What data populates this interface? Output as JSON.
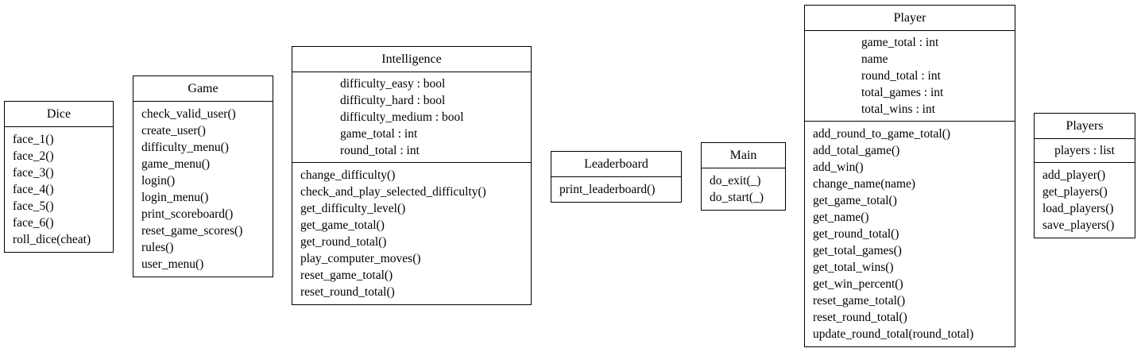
{
  "classes": {
    "dice": {
      "name": "Dice",
      "operations": [
        "face_1()",
        "face_2()",
        "face_3()",
        "face_4()",
        "face_5()",
        "face_6()",
        "roll_dice(cheat)"
      ]
    },
    "game": {
      "name": "Game",
      "operations": [
        "check_valid_user()",
        "create_user()",
        "difficulty_menu()",
        "game_menu()",
        "login()",
        "login_menu()",
        "print_scoreboard()",
        "reset_game_scores()",
        "rules()",
        "user_menu()"
      ]
    },
    "intelligence": {
      "name": "Intelligence",
      "attributes": [
        "difficulty_easy : bool",
        "difficulty_hard : bool",
        "difficulty_medium : bool",
        "game_total : int",
        "round_total : int"
      ],
      "operations": [
        "change_difficulty()",
        "check_and_play_selected_difficulty()",
        "get_difficulty_level()",
        "get_game_total()",
        "get_round_total()",
        "play_computer_moves()",
        "reset_game_total()",
        "reset_round_total()"
      ]
    },
    "leaderboard": {
      "name": "Leaderboard",
      "operations": [
        "print_leaderboard()"
      ]
    },
    "main": {
      "name": "Main",
      "operations": [
        "do_exit(_)",
        "do_start(_)"
      ]
    },
    "player": {
      "name": "Player",
      "attributes": [
        "game_total : int",
        "name",
        "round_total : int",
        "total_games : int",
        "total_wins : int"
      ],
      "operations": [
        "add_round_to_game_total()",
        "add_total_game()",
        "add_win()",
        "change_name(name)",
        "get_game_total()",
        "get_name()",
        "get_round_total()",
        "get_total_games()",
        "get_total_wins()",
        "get_win_percent()",
        "reset_game_total()",
        "reset_round_total()",
        "update_round_total(round_total)"
      ]
    },
    "players": {
      "name": "Players",
      "attributes": [
        "players : list"
      ],
      "operations": [
        "add_player()",
        "get_players()",
        "load_players()",
        "save_players()"
      ]
    }
  }
}
